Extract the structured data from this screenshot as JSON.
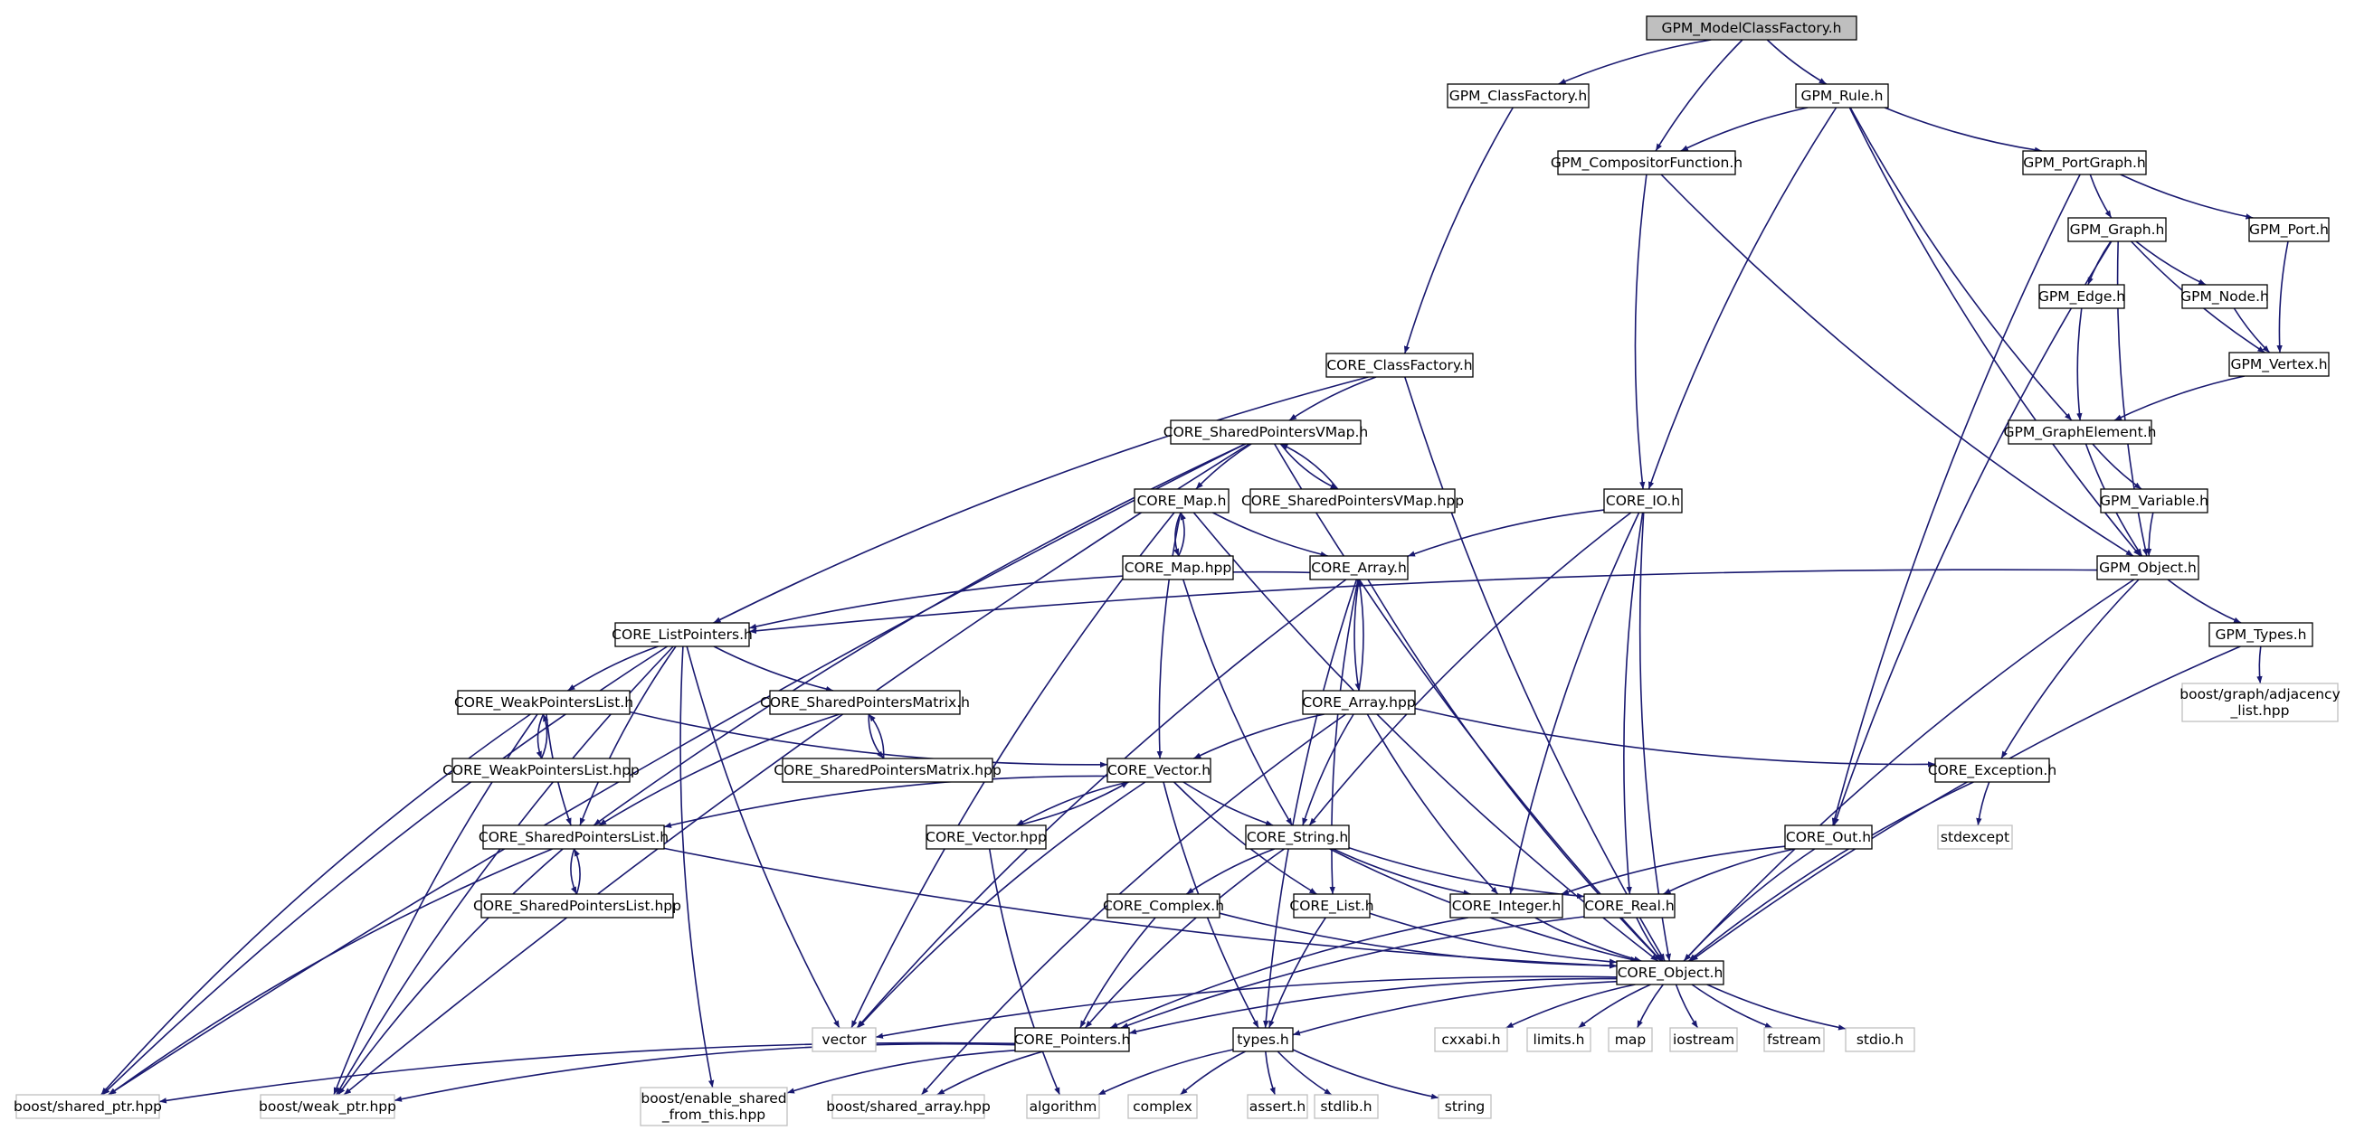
{
  "diagram": {
    "nodes": [
      {
        "id": "root",
        "label": "GPM_ModelClassFactory.h",
        "kind": "root"
      },
      {
        "id": "gpm_classfactory",
        "label": "GPM_ClassFactory.h",
        "kind": "local"
      },
      {
        "id": "gpm_rule",
        "label": "GPM_Rule.h",
        "kind": "local"
      },
      {
        "id": "gpm_compositor",
        "label": "GPM_CompositorFunction.h",
        "kind": "local"
      },
      {
        "id": "gpm_portgraph",
        "label": "GPM_PortGraph.h",
        "kind": "local"
      },
      {
        "id": "gpm_graph",
        "label": "GPM_Graph.h",
        "kind": "local"
      },
      {
        "id": "gpm_port",
        "label": "GPM_Port.h",
        "kind": "local"
      },
      {
        "id": "gpm_edge",
        "label": "GPM_Edge.h",
        "kind": "local"
      },
      {
        "id": "gpm_node",
        "label": "GPM_Node.h",
        "kind": "local"
      },
      {
        "id": "gpm_vertex",
        "label": "GPM_Vertex.h",
        "kind": "local"
      },
      {
        "id": "core_classfactory",
        "label": "CORE_ClassFactory.h",
        "kind": "local"
      },
      {
        "id": "gpm_graphelement",
        "label": "GPM_GraphElement.h",
        "kind": "local"
      },
      {
        "id": "core_spvmap",
        "label": "CORE_SharedPointersVMap.h",
        "kind": "local"
      },
      {
        "id": "gpm_variable",
        "label": "GPM_Variable.h",
        "kind": "local"
      },
      {
        "id": "core_map",
        "label": "CORE_Map.h",
        "kind": "local"
      },
      {
        "id": "core_spvmap_hpp",
        "label": "CORE_SharedPointersVMap.hpp",
        "kind": "local"
      },
      {
        "id": "core_io",
        "label": "CORE_IO.h",
        "kind": "local"
      },
      {
        "id": "core_map_hpp",
        "label": "CORE_Map.hpp",
        "kind": "local"
      },
      {
        "id": "core_array",
        "label": "CORE_Array.h",
        "kind": "local"
      },
      {
        "id": "gpm_object",
        "label": "GPM_Object.h",
        "kind": "local"
      },
      {
        "id": "core_listpointers",
        "label": "CORE_ListPointers.h",
        "kind": "local"
      },
      {
        "id": "gpm_types",
        "label": "GPM_Types.h",
        "kind": "local"
      },
      {
        "id": "core_wpl",
        "label": "CORE_WeakPointersList.h",
        "kind": "local"
      },
      {
        "id": "core_spmatrix",
        "label": "CORE_SharedPointersMatrix.h",
        "kind": "local"
      },
      {
        "id": "core_array_hpp",
        "label": "CORE_Array.hpp",
        "kind": "local"
      },
      {
        "id": "boost_adj",
        "label": "boost/graph/adjacency_list.hpp",
        "kind": "ext"
      },
      {
        "id": "core_wpl_hpp",
        "label": "CORE_WeakPointersList.hpp",
        "kind": "local"
      },
      {
        "id": "core_spmatrix_hpp",
        "label": "CORE_SharedPointersMatrix.hpp",
        "kind": "local"
      },
      {
        "id": "core_vector",
        "label": "CORE_Vector.h",
        "kind": "local"
      },
      {
        "id": "core_exception",
        "label": "CORE_Exception.h",
        "kind": "local"
      },
      {
        "id": "stdexcept",
        "label": "stdexcept",
        "kind": "ext"
      },
      {
        "id": "core_spl",
        "label": "CORE_SharedPointersList.h",
        "kind": "local"
      },
      {
        "id": "core_vector_hpp",
        "label": "CORE_Vector.hpp",
        "kind": "local"
      },
      {
        "id": "core_string",
        "label": "CORE_String.h",
        "kind": "local"
      },
      {
        "id": "core_out",
        "label": "CORE_Out.h",
        "kind": "local"
      },
      {
        "id": "core_spl_hpp",
        "label": "CORE_SharedPointersList.hpp",
        "kind": "local"
      },
      {
        "id": "core_complex",
        "label": "CORE_Complex.h",
        "kind": "local"
      },
      {
        "id": "core_list",
        "label": "CORE_List.h",
        "kind": "local"
      },
      {
        "id": "core_integer",
        "label": "CORE_Integer.h",
        "kind": "local"
      },
      {
        "id": "core_real",
        "label": "CORE_Real.h",
        "kind": "local"
      },
      {
        "id": "core_object",
        "label": "CORE_Object.h",
        "kind": "local"
      },
      {
        "id": "vector",
        "label": "vector",
        "kind": "ext"
      },
      {
        "id": "core_pointers",
        "label": "CORE_Pointers.h",
        "kind": "local"
      },
      {
        "id": "types_h",
        "label": "types.h",
        "kind": "local"
      },
      {
        "id": "cxxabi",
        "label": "cxxabi.h",
        "kind": "ext"
      },
      {
        "id": "limits",
        "label": "limits.h",
        "kind": "ext"
      },
      {
        "id": "map",
        "label": "map",
        "kind": "ext"
      },
      {
        "id": "iostream",
        "label": "iostream",
        "kind": "ext"
      },
      {
        "id": "fstream",
        "label": "fstream",
        "kind": "ext"
      },
      {
        "id": "stdio",
        "label": "stdio.h",
        "kind": "ext"
      },
      {
        "id": "boost_shared_ptr",
        "label": "boost/shared_ptr.hpp",
        "kind": "ext"
      },
      {
        "id": "boost_weak_ptr",
        "label": "boost/weak_ptr.hpp",
        "kind": "ext"
      },
      {
        "id": "boost_enable_shared",
        "label": "boost/enable_shared_from_this.hpp",
        "kind": "ext"
      },
      {
        "id": "boost_shared_array",
        "label": "boost/shared_array.hpp",
        "kind": "ext"
      },
      {
        "id": "algorithm",
        "label": "algorithm",
        "kind": "ext"
      },
      {
        "id": "complex",
        "label": "complex",
        "kind": "ext"
      },
      {
        "id": "assert",
        "label": "assert.h",
        "kind": "ext"
      },
      {
        "id": "stdlib",
        "label": "stdlib.h",
        "kind": "ext"
      },
      {
        "id": "string",
        "label": "string",
        "kind": "ext"
      }
    ],
    "edges": [
      [
        "root",
        "gpm_classfactory"
      ],
      [
        "root",
        "gpm_compositor"
      ],
      [
        "root",
        "gpm_rule"
      ],
      [
        "gpm_classfactory",
        "core_classfactory"
      ],
      [
        "gpm_rule",
        "gpm_compositor"
      ],
      [
        "gpm_rule",
        "gpm_portgraph"
      ],
      [
        "gpm_rule",
        "core_io"
      ],
      [
        "gpm_rule",
        "gpm_object"
      ],
      [
        "gpm_rule",
        "gpm_graphelement"
      ],
      [
        "gpm_compositor",
        "core_io"
      ],
      [
        "gpm_compositor",
        "gpm_object"
      ],
      [
        "gpm_portgraph",
        "gpm_graph"
      ],
      [
        "gpm_portgraph",
        "gpm_port"
      ],
      [
        "gpm_portgraph",
        "core_out"
      ],
      [
        "gpm_graph",
        "gpm_edge"
      ],
      [
        "gpm_graph",
        "gpm_node"
      ],
      [
        "gpm_graph",
        "gpm_vertex"
      ],
      [
        "gpm_graph",
        "gpm_object"
      ],
      [
        "gpm_graph",
        "core_out"
      ],
      [
        "gpm_port",
        "gpm_vertex"
      ],
      [
        "gpm_edge",
        "gpm_graphelement"
      ],
      [
        "gpm_node",
        "gpm_vertex"
      ],
      [
        "gpm_vertex",
        "gpm_graphelement"
      ],
      [
        "gpm_graphelement",
        "gpm_variable"
      ],
      [
        "gpm_graphelement",
        "gpm_object"
      ],
      [
        "gpm_variable",
        "gpm_object"
      ],
      [
        "core_classfactory",
        "core_spvmap"
      ],
      [
        "core_classfactory",
        "core_listpointers"
      ],
      [
        "core_classfactory",
        "core_object"
      ],
      [
        "core_spvmap",
        "core_map"
      ],
      [
        "core_spvmap",
        "core_spvmap_hpp"
      ],
      [
        "core_spvmap_hpp",
        "core_spvmap"
      ],
      [
        "core_spvmap",
        "core_spl"
      ],
      [
        "core_spvmap",
        "core_object"
      ],
      [
        "core_spvmap",
        "boost_shared_ptr"
      ],
      [
        "core_spvmap",
        "boost_weak_ptr"
      ],
      [
        "core_map",
        "core_map_hpp"
      ],
      [
        "core_map_hpp",
        "core_map"
      ],
      [
        "core_map",
        "core_array"
      ],
      [
        "core_map",
        "core_vector"
      ],
      [
        "core_map",
        "core_object"
      ],
      [
        "core_map",
        "vector"
      ],
      [
        "core_map_hpp",
        "core_string"
      ],
      [
        "core_io",
        "core_array"
      ],
      [
        "core_io",
        "core_string"
      ],
      [
        "core_io",
        "core_integer"
      ],
      [
        "core_io",
        "core_real"
      ],
      [
        "core_io",
        "core_object"
      ],
      [
        "core_array",
        "core_array_hpp"
      ],
      [
        "core_array_hpp",
        "core_array"
      ],
      [
        "core_array",
        "core_listpointers"
      ],
      [
        "core_array",
        "core_list"
      ],
      [
        "core_array",
        "types_h"
      ],
      [
        "core_array",
        "core_object"
      ],
      [
        "core_array",
        "vector"
      ],
      [
        "gpm_object",
        "core_listpointers"
      ],
      [
        "gpm_object",
        "gpm_types"
      ],
      [
        "gpm_object",
        "core_exception"
      ],
      [
        "gpm_object",
        "core_object"
      ],
      [
        "gpm_types",
        "boost_adj"
      ],
      [
        "gpm_types",
        "core_object"
      ],
      [
        "core_listpointers",
        "core_wpl"
      ],
      [
        "core_listpointers",
        "core_spmatrix"
      ],
      [
        "core_listpointers",
        "core_spl"
      ],
      [
        "core_listpointers",
        "vector"
      ],
      [
        "core_listpointers",
        "boost_shared_ptr"
      ],
      [
        "core_listpointers",
        "boost_weak_ptr"
      ],
      [
        "core_listpointers",
        "boost_enable_shared"
      ],
      [
        "core_wpl",
        "core_wpl_hpp"
      ],
      [
        "core_wpl_hpp",
        "core_wpl"
      ],
      [
        "core_wpl",
        "core_vector"
      ],
      [
        "core_wpl",
        "core_spl"
      ],
      [
        "core_wpl",
        "boost_shared_ptr"
      ],
      [
        "core_wpl",
        "boost_weak_ptr"
      ],
      [
        "core_spmatrix",
        "core_spmatrix_hpp"
      ],
      [
        "core_spmatrix_hpp",
        "core_spmatrix"
      ],
      [
        "core_spmatrix",
        "core_spl"
      ],
      [
        "core_array_hpp",
        "core_vector"
      ],
      [
        "core_array_hpp",
        "core_string"
      ],
      [
        "core_array_hpp",
        "core_integer"
      ],
      [
        "core_array_hpp",
        "core_exception"
      ],
      [
        "core_array_hpp",
        "boost_shared_array"
      ],
      [
        "core_vector",
        "core_vector_hpp"
      ],
      [
        "core_vector_hpp",
        "core_vector"
      ],
      [
        "core_vector",
        "core_spl"
      ],
      [
        "core_vector",
        "core_string"
      ],
      [
        "core_vector",
        "core_list"
      ],
      [
        "core_vector",
        "types_h"
      ],
      [
        "core_vector",
        "vector"
      ],
      [
        "core_vector_hpp",
        "algorithm"
      ],
      [
        "core_exception",
        "stdexcept"
      ],
      [
        "core_exception",
        "core_object"
      ],
      [
        "core_spl",
        "core_spl_hpp"
      ],
      [
        "core_spl_hpp",
        "core_spl"
      ],
      [
        "core_spl",
        "core_object"
      ],
      [
        "core_spl",
        "boost_shared_ptr"
      ],
      [
        "core_spl",
        "boost_weak_ptr"
      ],
      [
        "core_string",
        "core_complex"
      ],
      [
        "core_string",
        "core_integer"
      ],
      [
        "core_string",
        "core_real"
      ],
      [
        "core_string",
        "core_object"
      ],
      [
        "core_string",
        "core_pointers"
      ],
      [
        "core_out",
        "core_integer"
      ],
      [
        "core_out",
        "core_real"
      ],
      [
        "core_out",
        "core_object"
      ],
      [
        "core_complex",
        "core_object"
      ],
      [
        "core_complex",
        "core_pointers"
      ],
      [
        "core_list",
        "types_h"
      ],
      [
        "core_list",
        "core_object"
      ],
      [
        "core_integer",
        "core_object"
      ],
      [
        "core_integer",
        "core_pointers"
      ],
      [
        "core_real",
        "core_object"
      ],
      [
        "core_real",
        "core_pointers"
      ],
      [
        "core_object",
        "vector"
      ],
      [
        "core_object",
        "core_pointers"
      ],
      [
        "core_object",
        "types_h"
      ],
      [
        "core_object",
        "cxxabi"
      ],
      [
        "core_object",
        "limits"
      ],
      [
        "core_object",
        "map"
      ],
      [
        "core_object",
        "iostream"
      ],
      [
        "core_object",
        "fstream"
      ],
      [
        "core_object",
        "stdio"
      ],
      [
        "core_pointers",
        "boost_shared_ptr"
      ],
      [
        "core_pointers",
        "boost_weak_ptr"
      ],
      [
        "core_pointers",
        "boost_enable_shared"
      ],
      [
        "core_pointers",
        "boost_shared_array"
      ],
      [
        "types_h",
        "algorithm"
      ],
      [
        "types_h",
        "complex"
      ],
      [
        "types_h",
        "assert"
      ],
      [
        "types_h",
        "stdlib"
      ],
      [
        "types_h",
        "string"
      ]
    ]
  }
}
